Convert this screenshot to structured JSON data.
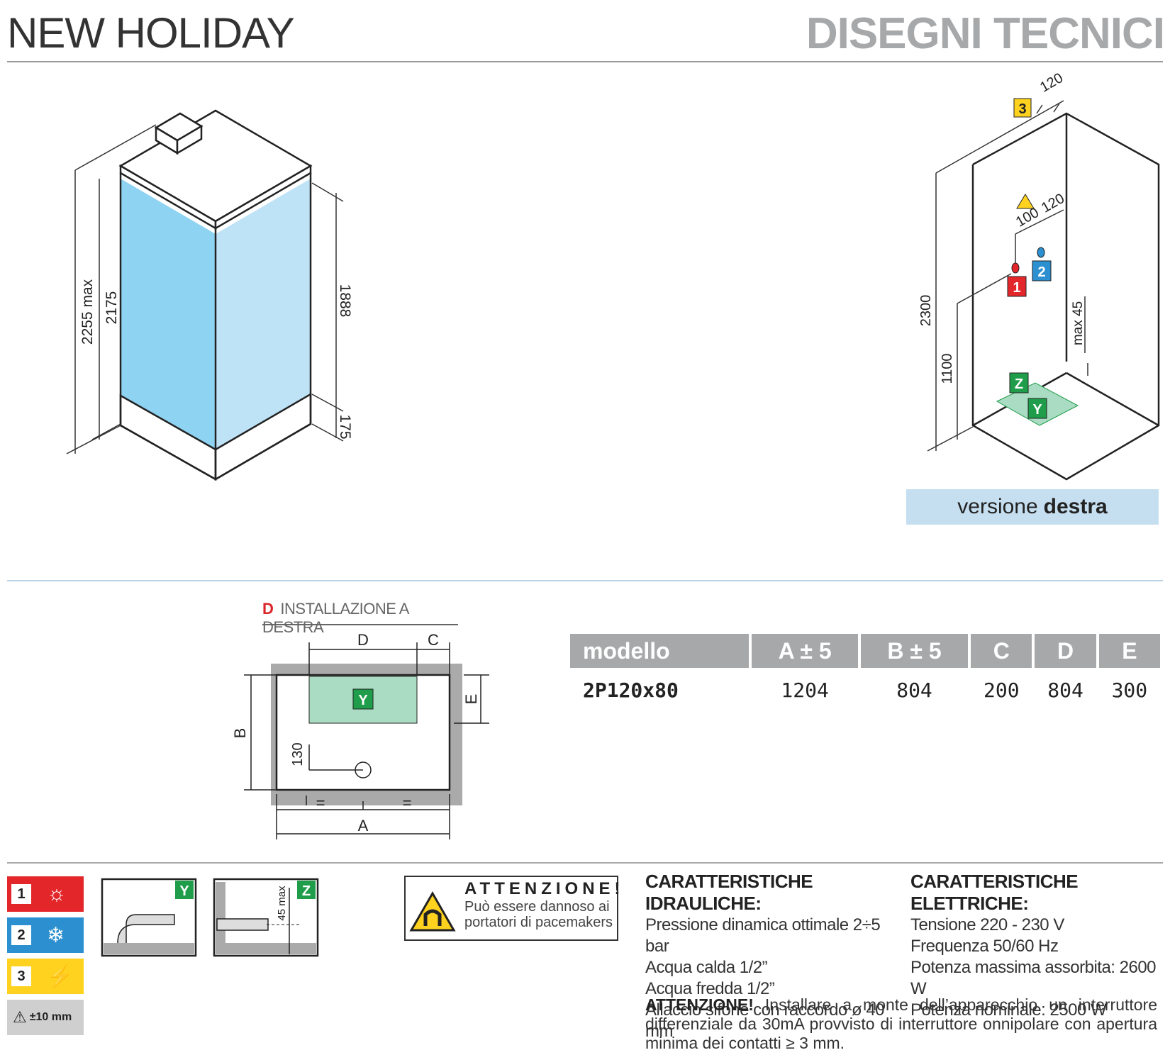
{
  "header": {
    "title_left": "NEW HOLIDAY",
    "title_right": "DISEGNI TECNICI"
  },
  "iso_left": {
    "dim_total": "2255 max",
    "dim_inner": "2175",
    "dim_glass": "1888",
    "dim_base": "175"
  },
  "iso_right": {
    "dim_height": "2300",
    "dim_1100": "1100",
    "dim_120_top": "120",
    "dim_100": "100",
    "dim_120": "120",
    "dim_max45": "max 45",
    "marker_1": "1",
    "marker_2": "2",
    "marker_3": "3",
    "marker_z": "Z",
    "marker_y": "Y"
  },
  "version": {
    "prefix": "versione",
    "bold": "destra"
  },
  "install": {
    "letter": "D",
    "label": "INSTALLAZIONE A DESTRA"
  },
  "plan": {
    "dim_d": "D",
    "dim_c": "C",
    "dim_e": "E",
    "dim_b": "B",
    "dim_a": "A",
    "dim_130": "130",
    "eq": "=",
    "marker_y": "Y"
  },
  "table": {
    "headers": [
      "modello",
      "A ± 5",
      "B ± 5",
      "C",
      "D",
      "E"
    ],
    "rows": [
      [
        "2P120x80",
        "1204",
        "804",
        "200",
        "804",
        "300"
      ]
    ]
  },
  "legend": [
    {
      "num": "1",
      "color": "#e2262a",
      "icon": "sun-water-icon"
    },
    {
      "num": "2",
      "color": "#2b8fd0",
      "icon": "snowflake-water-icon"
    },
    {
      "num": "3",
      "color": "#ffd21f",
      "icon": "plug-lightning-icon"
    },
    {
      "num": "",
      "color": "#cfcfcf",
      "icon": "warning-icon",
      "label": "±10 mm"
    }
  ],
  "detail": {
    "y": "Y",
    "z": "Z",
    "max45": "45 max"
  },
  "attention": {
    "title": "ATTENZIONE!",
    "line1": "Può essere dannoso ai",
    "line2": "portatori di pacemakers"
  },
  "hydraulic": {
    "title": "CARATTERISTICHE IDRAULICHE:",
    "lines": [
      "Pressione dinamica ottimale 2÷5 bar",
      "Acqua calda 1/2”",
      "Acqua fredda 1/2”",
      "Allaccio sifone con raccordo ø 40 mm"
    ]
  },
  "electric": {
    "title": "CARATTERISTICHE ELETTRICHE:",
    "lines": [
      "Tensione 220 - 230 V",
      "Frequenza 50/60 Hz",
      "Potenza massima assorbita: 2600 W",
      "Potenza nominale: 2500 W"
    ]
  },
  "note": {
    "bold": "ATTENZIONE!",
    "text": "Installare a monte dell’apparecchio un interruttore differenziale da 30mA provvisto di interruttore onnipolare con apertura minima dei contatti ≥ 3 mm."
  },
  "colors": {
    "glass_left": "#8fd3f2",
    "glass_right": "#bfe3f6",
    "accent_green": "#1f9d4a",
    "zone_green": "#a9dcc2",
    "header_grey": "#a7a8aa"
  }
}
